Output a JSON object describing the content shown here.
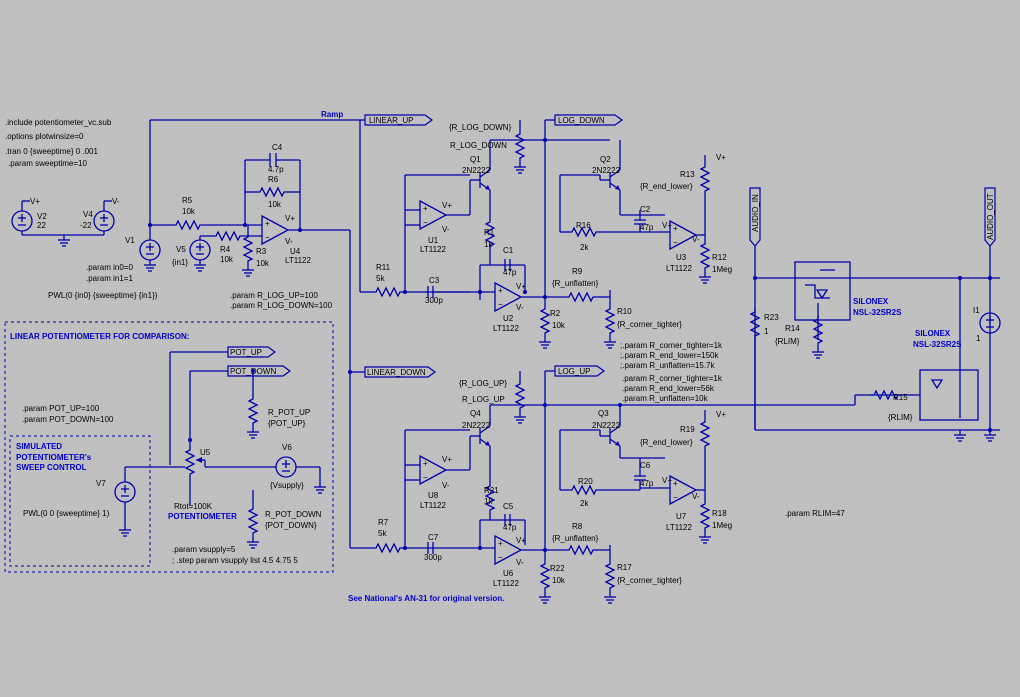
{
  "directives": {
    "include": ".include potentiometer_vc.sub",
    "options": ".options plotwinsize=0",
    "tran": ".tran 0 {sweeptime} 0 .001",
    "sweeptime": ".param sweeptime=10",
    "in": ".param in0=0\n.param in1=1",
    "pwl_v1": "PWL(0 {in0} {sweeptime} {in1})",
    "rlog": ".param R_LOG_UP=100\n.param R_LOG_DOWN=100",
    "pot": ".param POT_UP=100\n.param POT_DOWN=100",
    "vsupply": ".param vsupply=5\n; .step param vsupply list 4.5 4.75 5",
    "pwl_v7": "PWL(0 0 {sweeptime} 1)",
    "tight": ";.param R_corner_tighter=1k\n;.param R_end_lower=150k\n;.param R_unflatten=15.7k\n.param R_corner_tighter=1k\n.param R_end_lower=56k\n.param R_unflatten=10k",
    "rlim": ".param RLIM=47"
  },
  "notes": {
    "linear_title": "LINEAR POTENTIOMETER FOR COMPARISON:",
    "simulated": "SIMULATED\nPOTENTIOMETER's\nSWEEP CONTROL",
    "see": "See National's AN-31 for original version.",
    "silonex1": "SILONEX\nNSL-32SR2S",
    "silonex2": "SILONEX\nNSL-32SR2S",
    "pot_label": "POTENTIOMETER"
  },
  "nets": {
    "ramp": "Ramp",
    "linear_up": "LINEAR_UP",
    "linear_down": "LINEAR_DOWN",
    "log_down": "LOG_DOWN",
    "log_up": "LOG_UP",
    "pot_up": "POT_UP",
    "pot_down": "POT_DOWN",
    "audio_in": "AUDIO_IN",
    "audio_out": "AUDIO_OUT",
    "vplus": "V+",
    "vminus": "V-"
  },
  "components": {
    "V2": {
      "name": "V2",
      "value": "22"
    },
    "V4": {
      "name": "V4",
      "value": "-22"
    },
    "V1": {
      "name": "V1"
    },
    "V5": {
      "name": "V5",
      "value": "{in1}"
    },
    "V6": {
      "name": "V6",
      "value": "{Vsupply}"
    },
    "V7": {
      "name": "V7"
    },
    "R5": {
      "name": "R5",
      "value": "10k"
    },
    "R4": {
      "name": "R4",
      "value": "10k"
    },
    "R3": {
      "name": "R3",
      "value": "10k"
    },
    "R6": {
      "name": "R6",
      "value": "10k"
    },
    "C4": {
      "name": "C4",
      "value": "4.7p"
    },
    "U4": {
      "name": "U4",
      "value": "LT1122"
    },
    "R11": {
      "name": "R11",
      "value": "5k"
    },
    "C3": {
      "name": "C3",
      "value": "300p"
    },
    "Q1": {
      "name": "Q1",
      "value": "2N2222"
    },
    "U1": {
      "name": "U1",
      "value": "LT1122"
    },
    "R1": {
      "name": "R1",
      "value": "1k"
    },
    "C1": {
      "name": "C1",
      "value": "47p"
    },
    "U2": {
      "name": "U2",
      "value": "LT1122"
    },
    "R2": {
      "name": "R2",
      "value": "10k"
    },
    "R9": {
      "name": "R9",
      "value": "{R_unflatten}"
    },
    "R10": {
      "name": "R10",
      "value": "{R_corner_tighter}"
    },
    "Q2": {
      "name": "Q2",
      "value": "2N2222"
    },
    "R16": {
      "name": "R16",
      "value": "2k"
    },
    "C2": {
      "name": "C2",
      "value": "47p"
    },
    "U3": {
      "name": "U3",
      "value": "LT1122"
    },
    "R12": {
      "name": "R12",
      "value": "1Meg"
    },
    "R13": {
      "name": "R13",
      "value": "{R_end_lower}"
    },
    "R_LOG_DOWN": {
      "name": "{R_LOG_DOWN}",
      "value": "R_LOG_DOWN"
    },
    "R_LOG_UP": {
      "name": "{R_LOG_UP}",
      "value": "R_LOG_UP"
    },
    "R7": {
      "name": "R7",
      "value": "5k"
    },
    "C7": {
      "name": "C7",
      "value": "300p"
    },
    "Q4": {
      "name": "Q4",
      "value": "2N2222"
    },
    "U8": {
      "name": "U8",
      "value": "LT1122"
    },
    "R21": {
      "name": "R21",
      "value": "1k"
    },
    "C5": {
      "name": "C5",
      "value": "47p"
    },
    "U6": {
      "name": "U6",
      "value": "LT1122"
    },
    "R22": {
      "name": "R22",
      "value": "10k"
    },
    "R8": {
      "name": "R8",
      "value": "{R_unflatten}"
    },
    "R17": {
      "name": "R17",
      "value": "{R_corner_tighter}"
    },
    "Q3": {
      "name": "Q3",
      "value": "2N2222"
    },
    "R20": {
      "name": "R20",
      "value": "2k"
    },
    "C6": {
      "name": "C6",
      "value": "47p"
    },
    "U7": {
      "name": "U7",
      "value": "LT1122"
    },
    "R18": {
      "name": "R18",
      "value": "1Meg"
    },
    "R19": {
      "name": "R19",
      "value": "{R_end_lower}"
    },
    "R23": {
      "name": "R23",
      "value": "1"
    },
    "R14": {
      "name": "R14",
      "value": "{RLIM}"
    },
    "R15": {
      "name": "R15",
      "value": "{RLIM}"
    },
    "I1": {
      "name": "I1",
      "value": "1"
    },
    "U5": {
      "name": "U5",
      "value": "Rtot=100K"
    },
    "R_POT_UP": {
      "name": "R_POT_UP",
      "value": "{POT_UP}"
    },
    "R_POT_DOWN": {
      "name": "R_POT_DOWN",
      "value": "{POT_DOWN}"
    }
  }
}
